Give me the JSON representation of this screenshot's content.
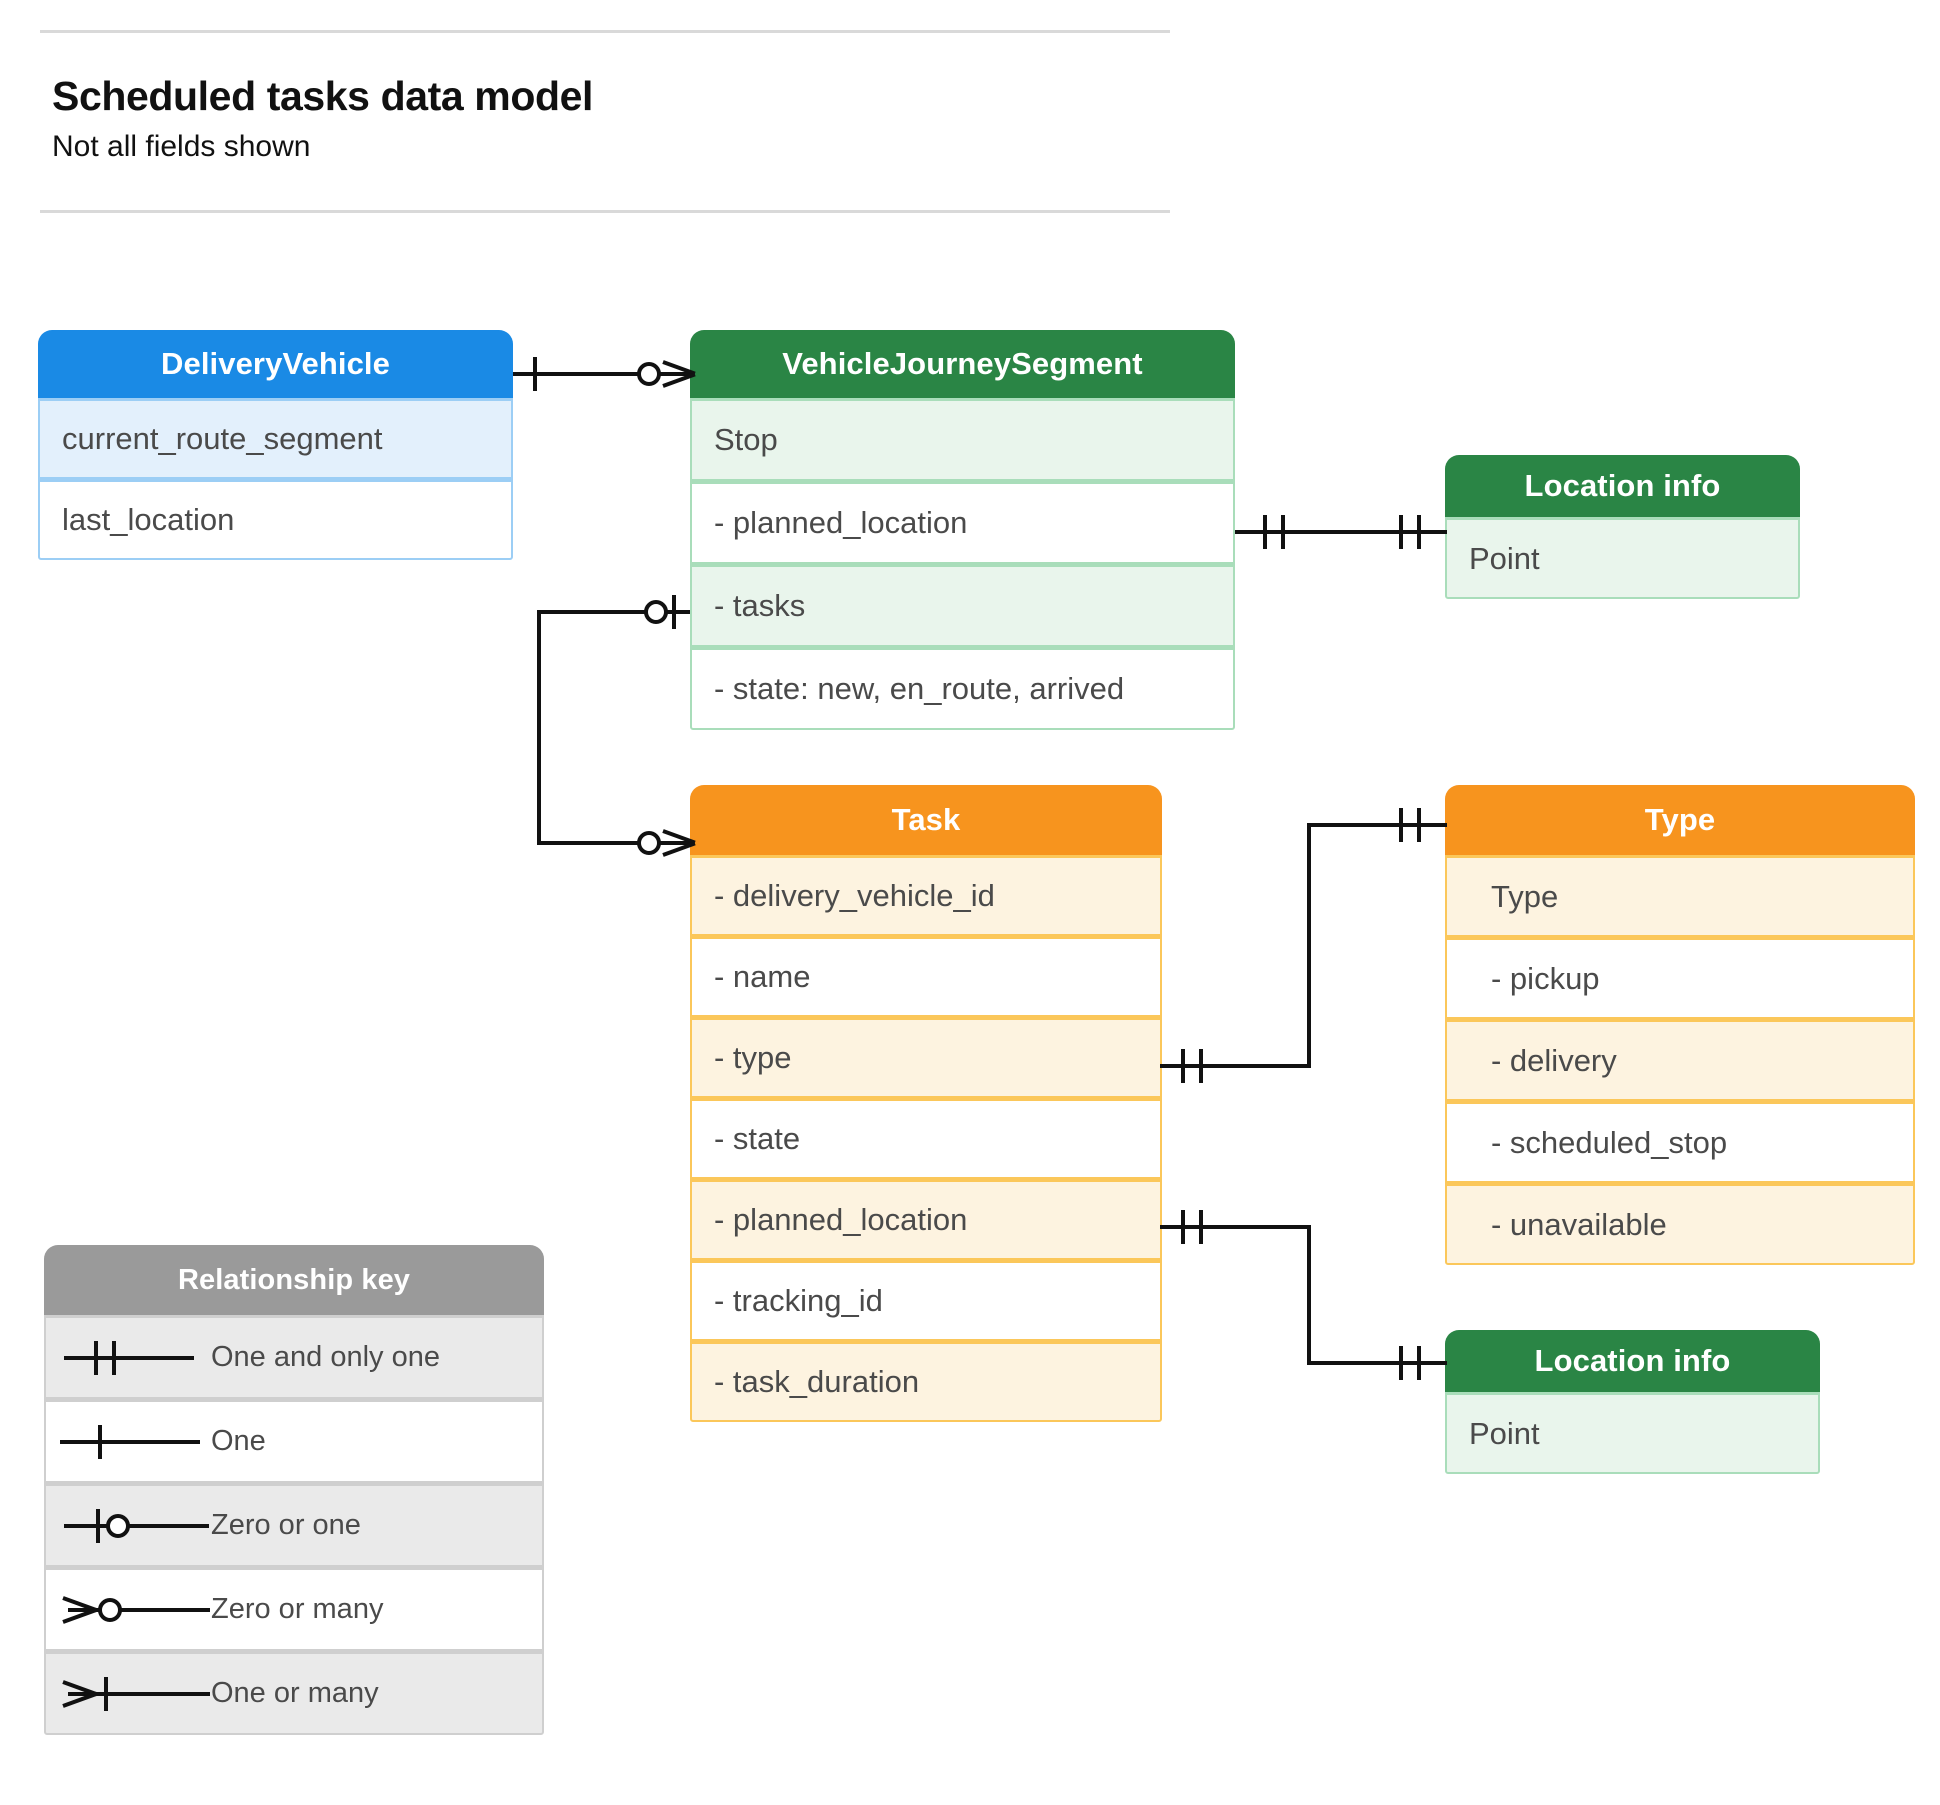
{
  "header": {
    "title": "Scheduled tasks data model",
    "subtitle": "Not all fields shown"
  },
  "colors": {
    "blue": "#1a8ae5",
    "blue_light": "#e3f0fc",
    "blue_border": "#9ccef5",
    "green": "#2a8545",
    "green_light": "#e9f5ec",
    "green_border": "#a9ddba",
    "orange": "#f7941e",
    "orange_light": "#fdf3e0",
    "orange_border": "#fbc75a",
    "grey": "#9a9a9a",
    "grey_light": "#eaeaea",
    "line": "#111111",
    "text": "#4a4a4a"
  },
  "entities": {
    "delivery_vehicle": {
      "title": "DeliveryVehicle",
      "rows": [
        "current_route_segment",
        "last_location"
      ]
    },
    "vehicle_journey_segment": {
      "title": "VehicleJourneySegment",
      "rows": [
        "Stop",
        "-  planned_location",
        "- tasks",
        "- state: new, en_route, arrived"
      ]
    },
    "location_info_top": {
      "title": "Location info",
      "rows": [
        "Point"
      ]
    },
    "task": {
      "title": "Task",
      "rows": [
        "- delivery_vehicle_id",
        "- name",
        "- type",
        "- state",
        "- planned_location",
        "- tracking_id",
        "- task_duration"
      ]
    },
    "type": {
      "title": "Type",
      "rows": [
        "Type",
        "-   pickup",
        "-   delivery",
        "-   scheduled_stop",
        "-   unavailable"
      ]
    },
    "location_info_bottom": {
      "title": "Location info",
      "rows": [
        "Point"
      ]
    }
  },
  "legend": {
    "title": "Relationship key",
    "items": [
      {
        "symbol": "one-and-only-one",
        "label": "One and only one"
      },
      {
        "symbol": "one",
        "label": "One"
      },
      {
        "symbol": "zero-or-one",
        "label": "Zero or one"
      },
      {
        "symbol": "zero-or-many",
        "label": "Zero or many"
      },
      {
        "symbol": "one-or-many",
        "label": "One or many"
      }
    ]
  },
  "relationships": [
    {
      "from": "DeliveryVehicle",
      "from_cardinality": "one",
      "to": "VehicleJourneySegment",
      "to_cardinality": "zero-or-many"
    },
    {
      "from": "VehicleJourneySegment.planned_location",
      "from_cardinality": "one-and-only-one",
      "to": "Location info",
      "to_cardinality": "one-and-only-one"
    },
    {
      "from": "VehicleJourneySegment.tasks",
      "from_cardinality": "zero-or-one",
      "to": "Task",
      "to_cardinality": "zero-or-many"
    },
    {
      "from": "Task.type",
      "from_cardinality": "one-and-only-one",
      "to": "Type",
      "to_cardinality": "one-and-only-one"
    },
    {
      "from": "Task.planned_location",
      "from_cardinality": "one-and-only-one",
      "to": "Location info",
      "to_cardinality": "one-and-only-one"
    }
  ]
}
